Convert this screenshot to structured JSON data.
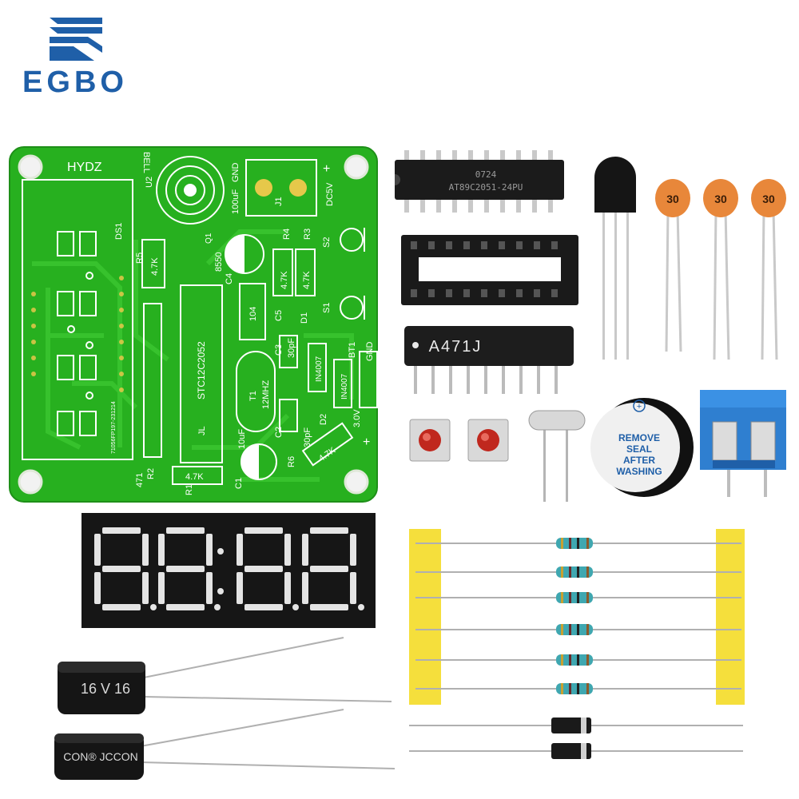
{
  "brand": {
    "name": "EGBO",
    "color": "#1f5fa8"
  },
  "pcb": {
    "title": "HYDZ",
    "labels": {
      "bell": "BELL",
      "u2": "U2",
      "cap_100uf": "100uF",
      "gnd_top": "GND",
      "j1": "J1",
      "dc5v": "DC5V",
      "plus_top": "+",
      "ds1": "DS1",
      "r5": "R5",
      "r5_val": "4.7K",
      "q1": "Q1",
      "q1_val": "8550",
      "c4": "C4",
      "r4": "R4",
      "r4_val": "4.7K",
      "r3": "R3",
      "r3_val": "4.7K",
      "s2": "S2",
      "s1": "S1",
      "d1": "D1",
      "c5": "C5",
      "c5_val": "104",
      "c3": "C3",
      "c3_val": "30pF",
      "d1_val": "IN4007",
      "bt1": "BT1",
      "gnd_bt": "GND",
      "d2_val": "IN4007",
      "t1": "T1",
      "t1_val": "12MHZ",
      "c2": "C2",
      "c2_val": "30pF",
      "d2": "D2",
      "v3": "3.0V",
      "plus_bt": "+",
      "ic": "STC12C2052",
      "r2": "R2",
      "r2_val": "471",
      "c1_val": "10uF",
      "r6": "R6",
      "r6_val": "4.7K",
      "r1": "R1",
      "r1_val": "4.7K",
      "c1": "C1",
      "serial": "71056FP197-231214"
    },
    "color": "#27b01f"
  },
  "chip": {
    "code": "0724",
    "model": "AT89C2051-24PU"
  },
  "resistor_network": {
    "label": "A471J"
  },
  "ceramic_caps": [
    "30",
    "30",
    "30"
  ],
  "buzzer_label": [
    "REMOVE",
    "SEAL",
    "AFTER",
    "WASHING"
  ],
  "electrolytic_caps": [
    {
      "label": "16 V 16"
    },
    {
      "label": "CON® JCCON"
    }
  ]
}
